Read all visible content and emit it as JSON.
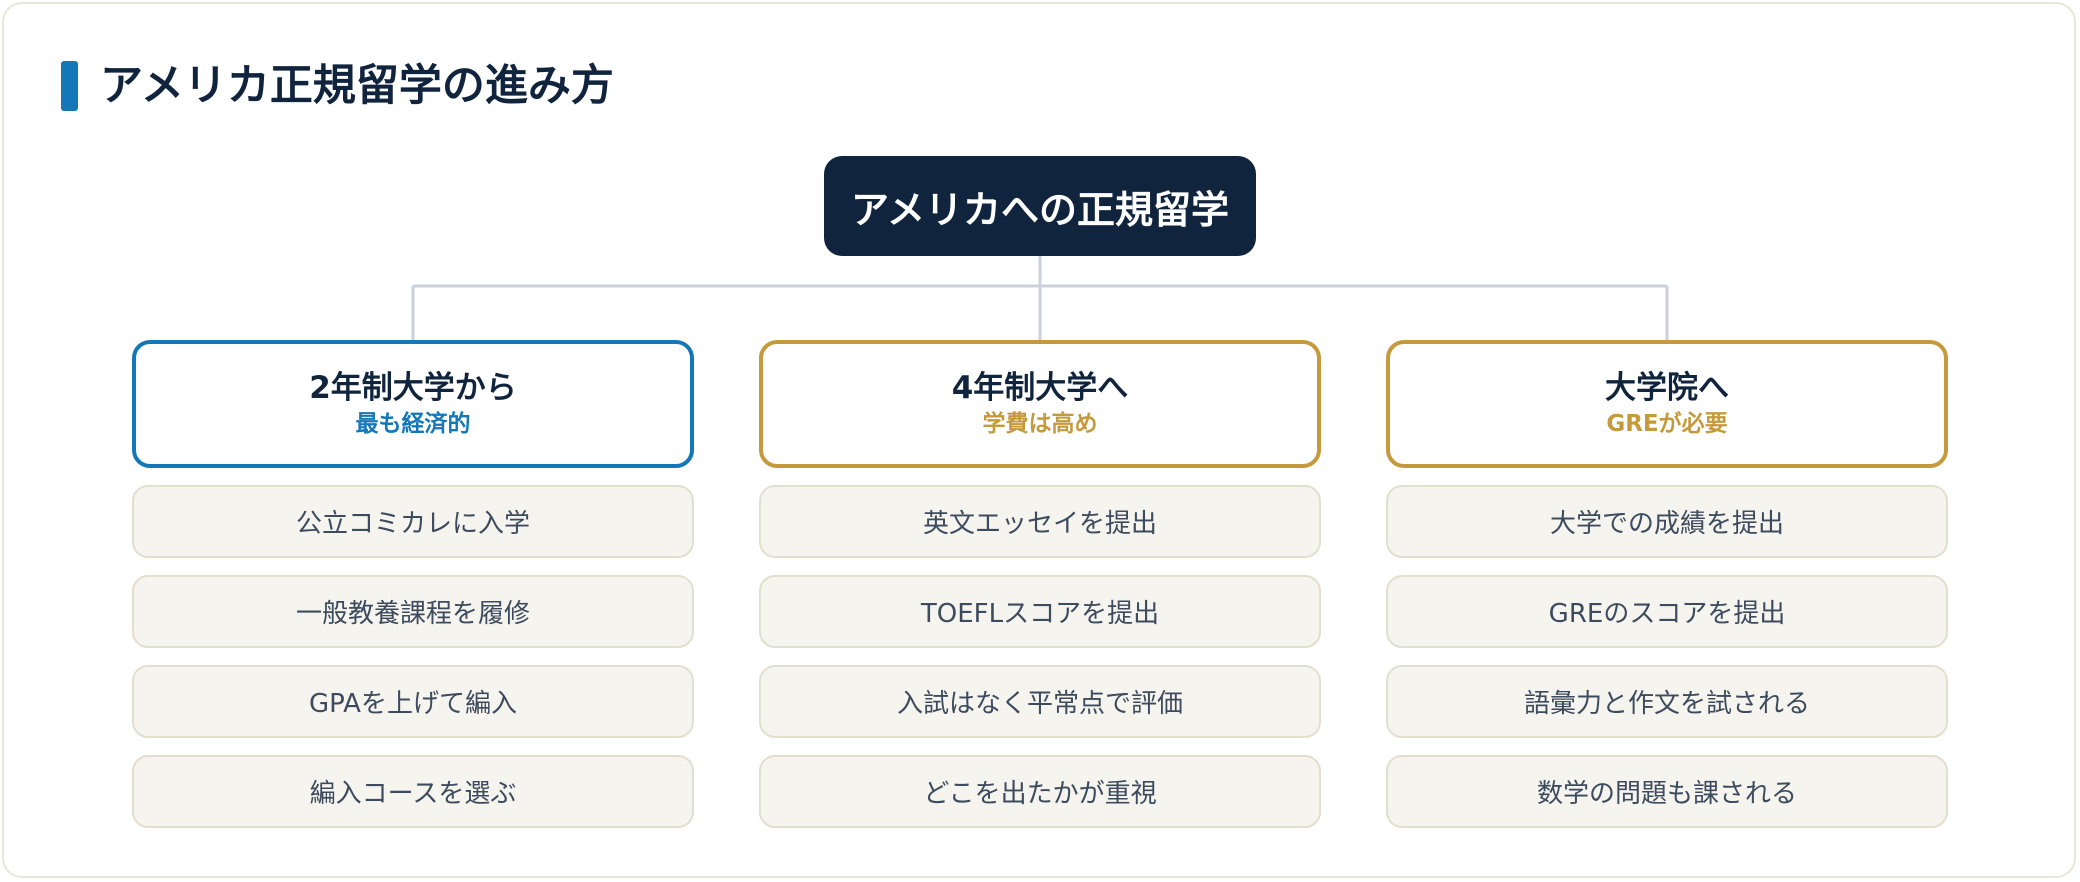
{
  "page": {
    "title": "アメリカ正規留学の進み方"
  },
  "root": {
    "label": "アメリカへの正規留学"
  },
  "colors": {
    "navy": "#10243d",
    "accent_blue": "#1478b8",
    "accent_gold": "#c59a3c",
    "step_bg": "#f6f4ee",
    "connector": "#cbd1da"
  },
  "branches": [
    {
      "title": "2年制大学から",
      "subtitle": "最も経済的",
      "steps": [
        "公立コミカレに入学",
        "一般教養課程を履修",
        "GPAを上げて編入",
        "編入コースを選ぶ"
      ]
    },
    {
      "title": "4年制大学へ",
      "subtitle": "学費は高め",
      "steps": [
        "英文エッセイを提出",
        "TOEFLスコアを提出",
        "入試はなく平常点で評価",
        "どこを出たかが重視"
      ]
    },
    {
      "title": "大学院へ",
      "subtitle": "GREが必要",
      "steps": [
        "大学での成績を提出",
        "GREのスコアを提出",
        "語彙力と作文を試される",
        "数学の問題も課される"
      ]
    }
  ]
}
